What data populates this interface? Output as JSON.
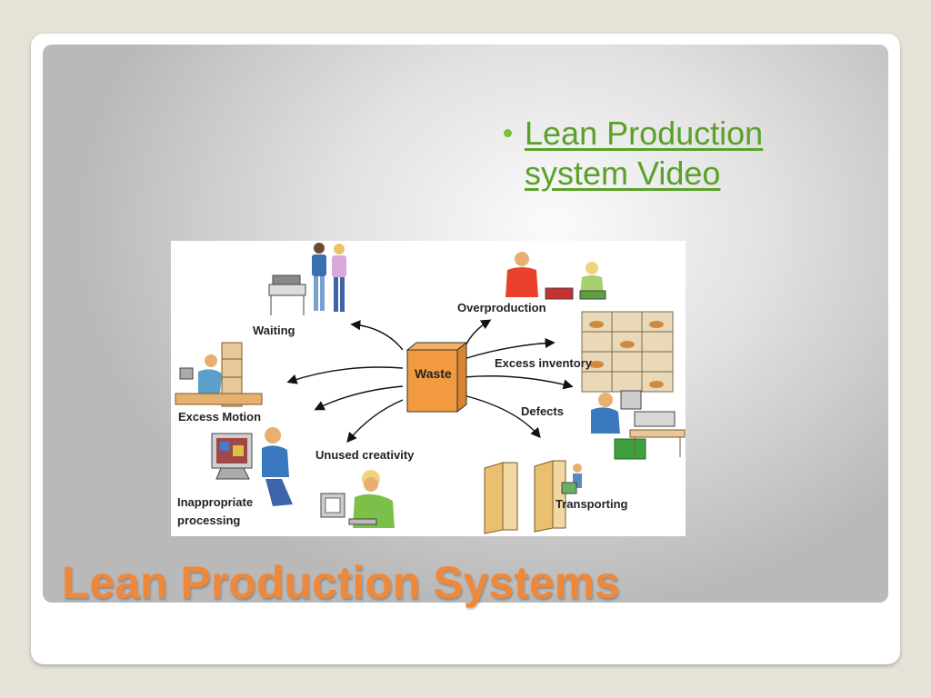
{
  "slide": {
    "title": "Lean Production Systems",
    "bullet_link": "Lean Production system Video",
    "accent_color": "#f0883a",
    "link_color": "#5aa12a"
  },
  "diagram": {
    "center_label": "Waste",
    "labels": {
      "waiting": "Waiting",
      "overproduction": "Overproduction",
      "excess_inventory": "Excess inventory",
      "excess_motion": "Excess Motion",
      "defects": "Defects",
      "unused_creativity": "Unused creativity",
      "inappropriate_line1": "Inappropriate",
      "inappropriate_line2": "processing",
      "transporting": "Transporting"
    }
  }
}
